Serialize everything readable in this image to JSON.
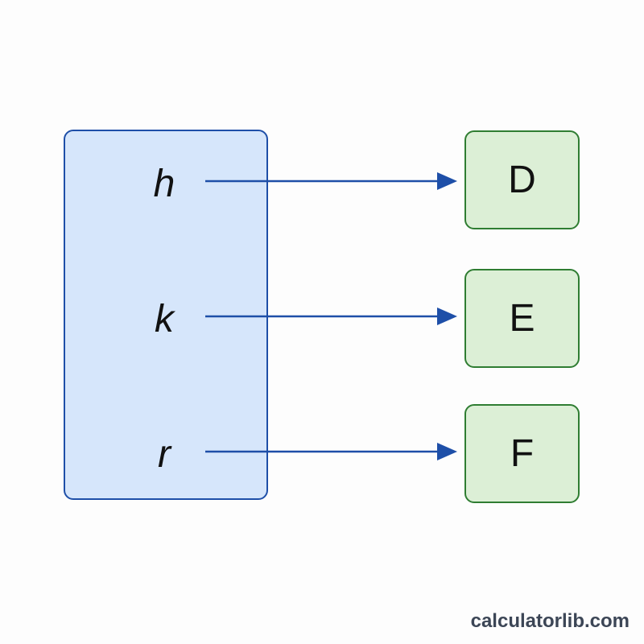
{
  "diagram": {
    "domain": [
      "h",
      "k",
      "r"
    ],
    "range": [
      "D",
      "E",
      "F"
    ],
    "mappings": [
      {
        "from": "h",
        "to": "D"
      },
      {
        "from": "k",
        "to": "E"
      },
      {
        "from": "r",
        "to": "F"
      }
    ],
    "colors": {
      "domain_fill": "#d6e6fb",
      "domain_border": "#1e4fa8",
      "range_fill": "#dcefd6",
      "range_border": "#2f7d32",
      "arrow": "#1e4fa8"
    }
  },
  "watermark": "calculatorlib.com"
}
